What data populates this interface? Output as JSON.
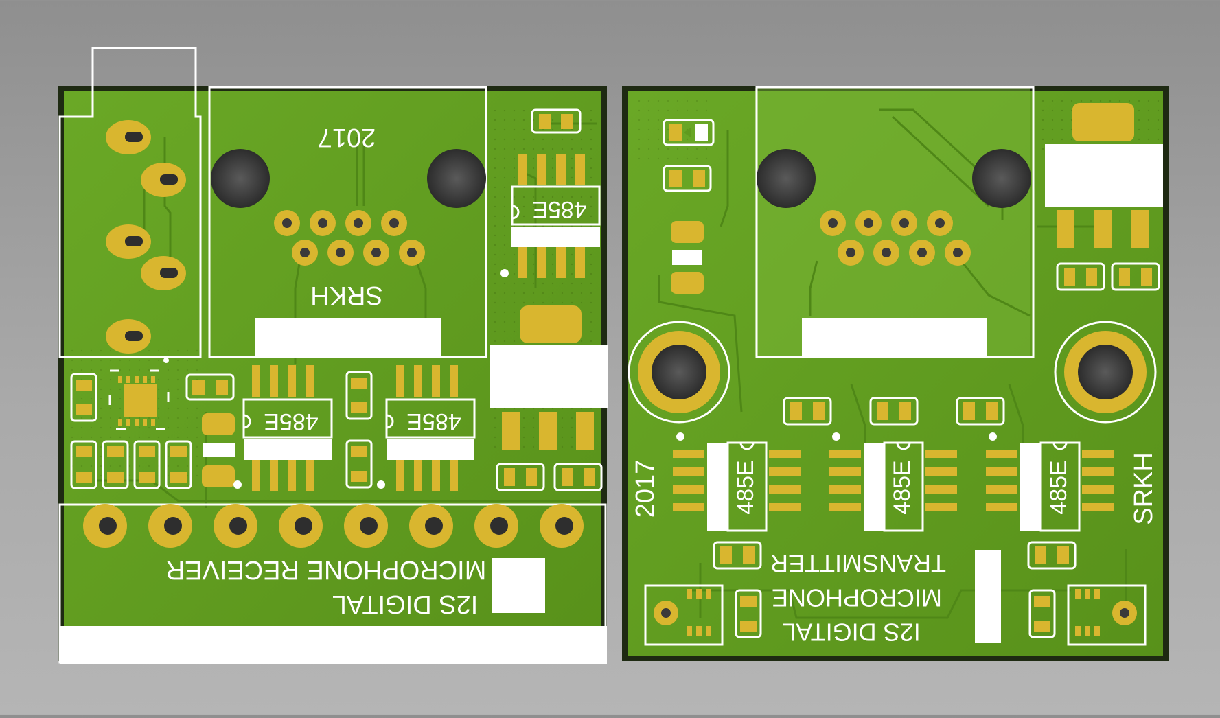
{
  "colors": {
    "background": "#a0a0a0",
    "board_edge": "#1e2a12",
    "solder_mask": "#5f9a1e",
    "mask_light": "#7cb83a",
    "copper_pad": "#d9b62f",
    "silkscreen": "#ffffff",
    "hole": "#3a3a3a"
  },
  "receiver_board": {
    "year": "2017",
    "brand": "SRKH",
    "ic_marking": "485E",
    "title_line1": "I2S DIGITAL",
    "title_line2": "MICROPHONE RECEIVER"
  },
  "transmitter_board": {
    "year": "2017",
    "brand": "SRKH",
    "ic_marking": "485E",
    "title_line1": "I2S DIGITAL",
    "title_line2": "MICROPHONE",
    "title_line3": "TRANSMITTER"
  },
  "icons": {
    "hole": "mounting-hole-icon",
    "chip": "ic-package-icon",
    "pad": "copper-pad-icon"
  }
}
